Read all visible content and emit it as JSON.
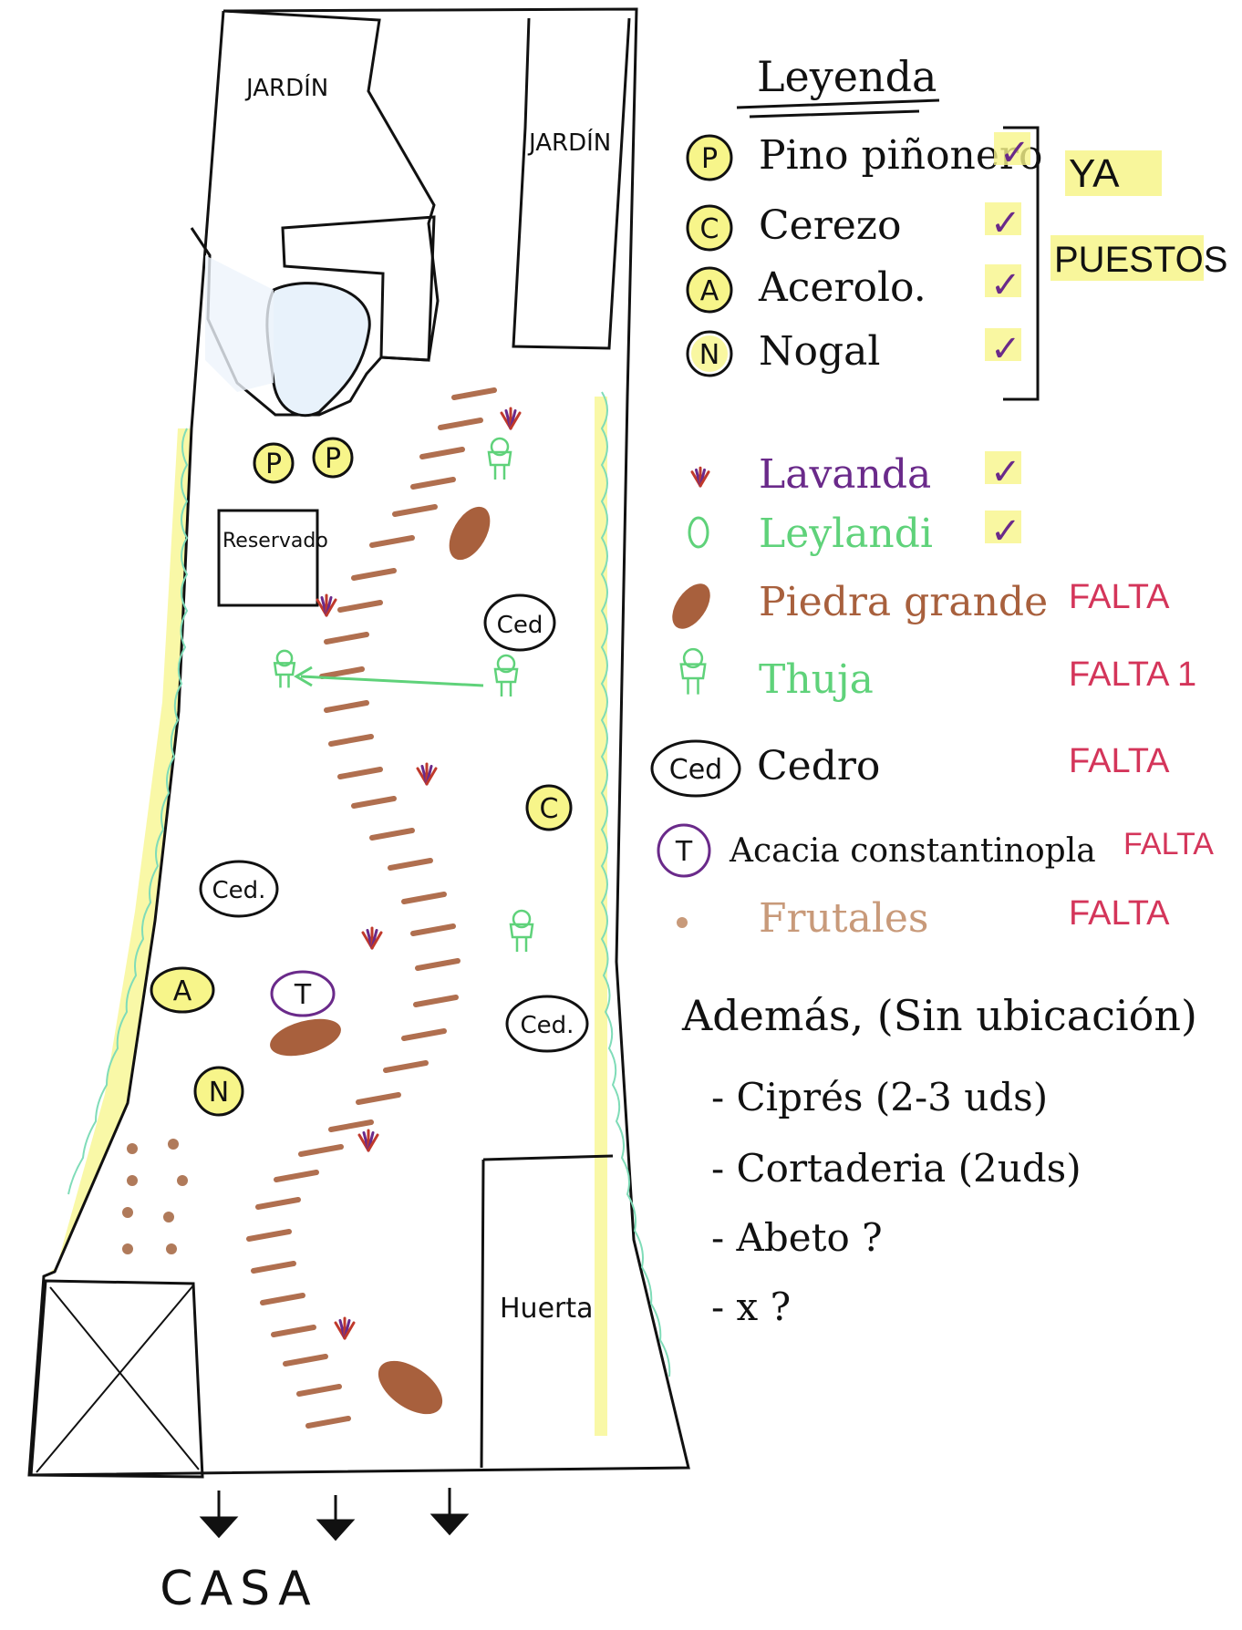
{
  "plan": {
    "jardin_left": "JARDÍN",
    "jardin_right": "JARDÍN",
    "reservado": "Reservado",
    "huerta": "Huerta",
    "casa": "CASA"
  },
  "plan_symbols": {
    "pino": "P",
    "cerezo": "C",
    "acerolo": "A",
    "nogal": "N",
    "cedro": "Ced",
    "cedro_alt": "Ced.",
    "acacia": "T"
  },
  "legend": {
    "title": "Leyenda",
    "ya_puestos": [
      "YA",
      "PUESTOS"
    ],
    "items": [
      {
        "symbol": "P",
        "label": "Pino piñonero",
        "status": "✓"
      },
      {
        "symbol": "C",
        "label": "Cerezo",
        "status": "✓"
      },
      {
        "symbol": "A",
        "label": "Acerolo.",
        "status": "✓"
      },
      {
        "symbol": "N",
        "label": "Nogal",
        "status": "✓"
      },
      {
        "symbol": "",
        "label": "Lavanda",
        "status": "✓"
      },
      {
        "symbol": "",
        "label": "Leylandi",
        "status": "✓"
      },
      {
        "symbol": "",
        "label": "Piedra grande",
        "status": "FALTA"
      },
      {
        "symbol": "",
        "label": "Thuja",
        "status": "FALTA 1"
      },
      {
        "symbol": "Ced",
        "label": "Cedro",
        "status": "FALTA"
      },
      {
        "symbol": "T",
        "label": "Acacia constantinopla",
        "status": "FALTA"
      },
      {
        "symbol": "",
        "label": "Frutales",
        "status": "FALTA"
      }
    ]
  },
  "extras": {
    "heading": "Además, (Sin ubicación)",
    "items": [
      "- Ciprés (2-3 uds)",
      "- Cortaderia (2uds)",
      "- Abeto ?",
      "- x ?"
    ]
  },
  "colors": {
    "ink": "#111111",
    "highlight": "#f7f58a",
    "lavender": "#6a2a8a",
    "leylandi": "#5fd27a",
    "stone": "#a8603d",
    "falta": "#d4355a",
    "frutales": "#c89a7a"
  }
}
